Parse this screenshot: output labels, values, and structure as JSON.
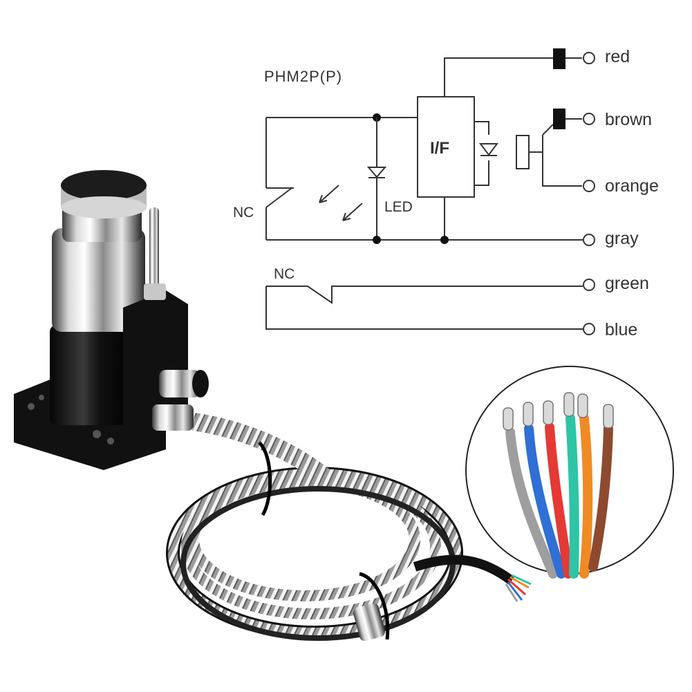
{
  "diagram": {
    "model": "PHM2P(P)",
    "interface_label": "I/F",
    "led_label": "LED",
    "nc_label_top": "NC",
    "nc_label_bottom": "NC",
    "wires": [
      {
        "name": "red",
        "color": "#e53935"
      },
      {
        "name": "brown",
        "color": "#8d4a2f"
      },
      {
        "name": "orange",
        "color": "#f08a24"
      },
      {
        "name": "gray",
        "color": "#9e9e9e"
      },
      {
        "name": "green",
        "color": "#2ec4a6"
      },
      {
        "name": "blue",
        "color": "#2f6fd6"
      }
    ]
  },
  "illustration": {
    "product": "tool-setter-probe",
    "inset": "stripped-wire-ends"
  }
}
